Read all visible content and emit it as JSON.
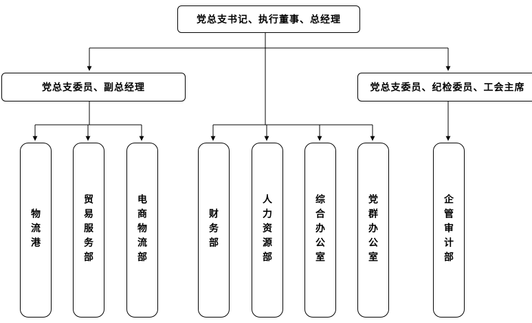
{
  "diagram": {
    "type": "org-chart",
    "root": {
      "label": "党总支书记、执行董事、总经理"
    },
    "managers": {
      "left": {
        "label": "党总支委员、副总经理"
      },
      "right": {
        "label": "党总支委员、纪检委员、工会主席"
      }
    },
    "departments": [
      {
        "label": "物流港",
        "parent": "left"
      },
      {
        "label": "贸易服务部",
        "parent": "left"
      },
      {
        "label": "电商物流部",
        "parent": "left"
      },
      {
        "label": "财务部",
        "parent": "root"
      },
      {
        "label": "人力资源部",
        "parent": "root"
      },
      {
        "label": "综合办公室",
        "parent": "root"
      },
      {
        "label": "党群办公室",
        "parent": "root"
      },
      {
        "label": "企管审计部",
        "parent": "right"
      }
    ],
    "colors": {
      "line": "#000000",
      "border": "#000000",
      "fill": "#ffffff",
      "text": "#000000"
    }
  }
}
